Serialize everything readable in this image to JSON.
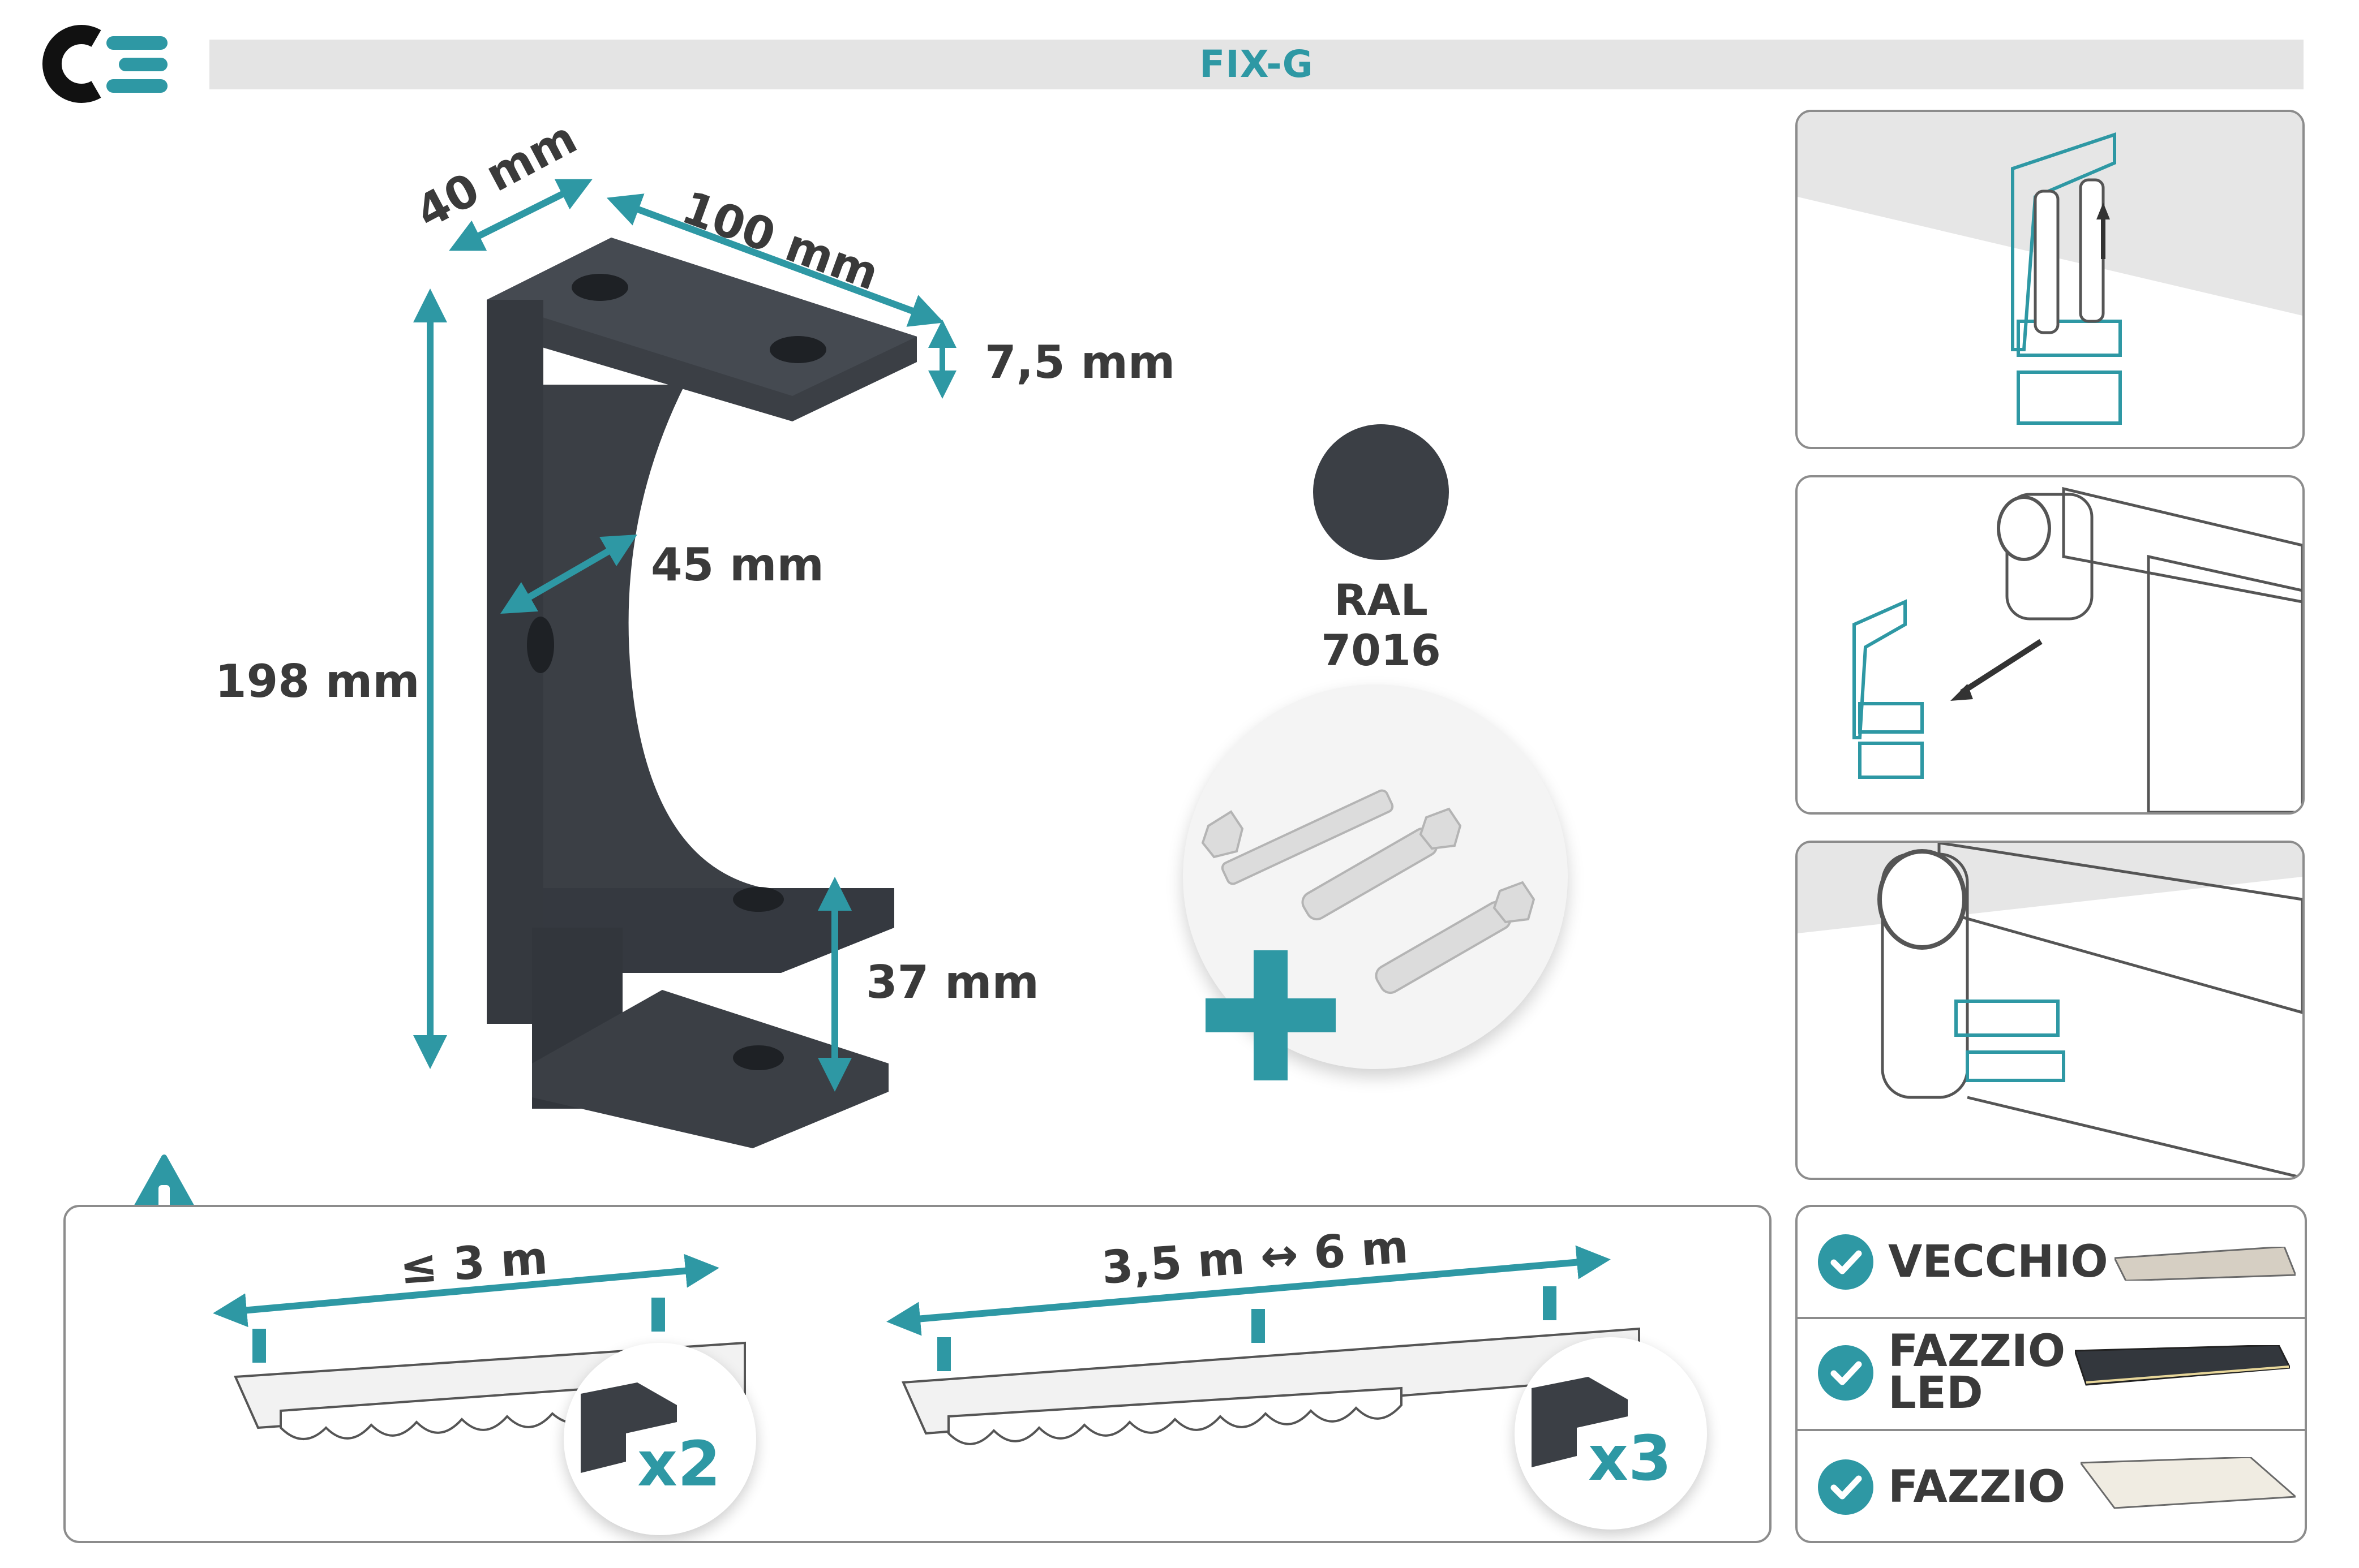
{
  "header": {
    "title": "FIX-G"
  },
  "logo": {
    "icon": "ce-logo-icon"
  },
  "dimensions": {
    "depth": "40 mm",
    "width": "100 mm",
    "thickness": "7,5 mm",
    "opening": "45 mm",
    "height": "198 mm",
    "lower": "37 mm"
  },
  "color": {
    "label": "RAL 7016",
    "swatch": "#3b3f45"
  },
  "accent": "#2e98a4",
  "hardware": {
    "icon": "screws-and-anchors-icon",
    "plus_icon": "plus-icon"
  },
  "warning": {
    "icon": "warning-icon",
    "small": {
      "span": "≤ 3 m",
      "count": "x2"
    },
    "large": {
      "span": "3,5 m ↔ 6 m",
      "count": "x3"
    }
  },
  "compatibility": [
    {
      "line1": "VECCHIO",
      "line2": ""
    },
    {
      "line1": "FAZZIO",
      "line2": "LED"
    },
    {
      "line1": "FAZZIO",
      "line2": ""
    }
  ]
}
